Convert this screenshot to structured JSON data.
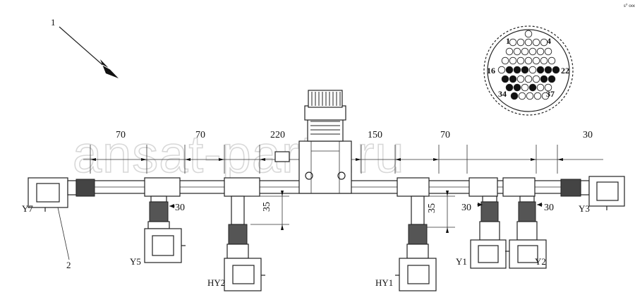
{
  "corner_mark": "s° ooo",
  "callouts": {
    "assembly": "1",
    "connector": "2"
  },
  "dimensions": {
    "top": [
      "70",
      "70",
      "220",
      "150",
      "70",
      "30"
    ],
    "fitting": [
      "30",
      "30",
      "30"
    ],
    "drop": [
      "35",
      "35"
    ]
  },
  "labels": {
    "y7": "Y7",
    "y5": "Y5",
    "hy2": "HY2",
    "hy1": "HY1",
    "y1": "Y1",
    "y2": "Y2",
    "y3": "Y3"
  },
  "pins": {
    "p1": "1",
    "p4": "4",
    "p16": "16",
    "p22": "22",
    "p34": "34",
    "p37": "37"
  },
  "watermark": "ansat-parts.ru"
}
